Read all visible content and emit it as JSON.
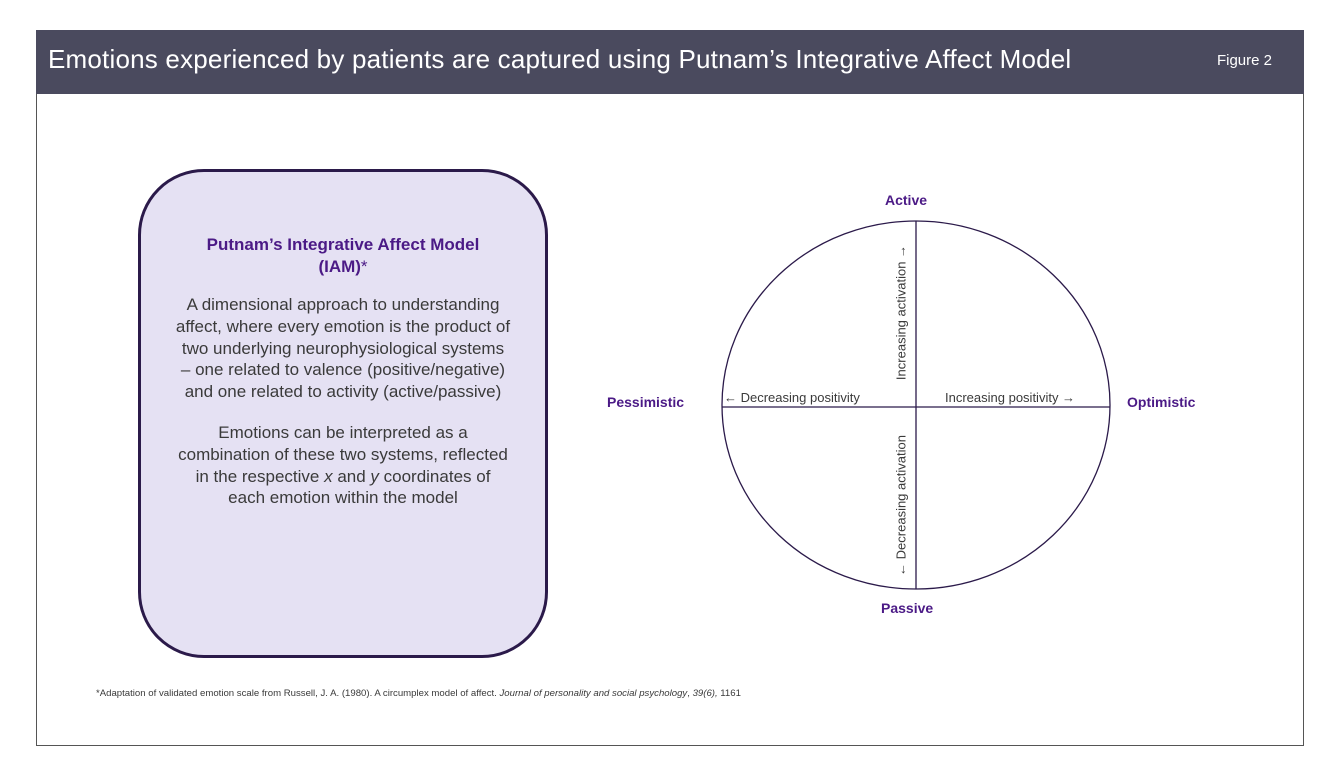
{
  "header": {
    "title": "Emotions experienced by patients are captured using Putnam’s Integrative Affect Model",
    "figure_label": "Figure 2"
  },
  "info_box": {
    "title": "Putnam’s Integrative Affect Model (IAM)",
    "title_mark": "*",
    "paragraph1": "A dimensional approach to understanding affect, where every emotion is the product of two underlying neurophysiological systems – one related to valence (positive/negative) and one related to activity (active/passive)",
    "paragraph2_before_x": "Emotions can be interpreted as a combination of these two systems, reflected in the respective ",
    "paragraph2_x": "x",
    "paragraph2_and": " and ",
    "paragraph2_y": "y",
    "paragraph2_after": " coordinates of each emotion within the model"
  },
  "diagram": {
    "pole_top": "Active",
    "pole_bottom": "Passive",
    "pole_left": "Pessimistic",
    "pole_right": "Optimistic",
    "label_left": "← Decreasing positivity",
    "label_right": "Increasing positivity →",
    "label_up": "Increasing activation →",
    "label_down": "← Decreasing activation",
    "colors": {
      "accent": "#4b1a86",
      "line": "#2b1a4a"
    }
  },
  "footnote": {
    "text_before": "*Adaptation of validated emotion scale from Russell, J. A. (1980). A circumplex model of affect. ",
    "journal": "Journal of personality and social psychology",
    "sep1": ", ",
    "volume": "39(6),",
    "pages": " 1161"
  }
}
